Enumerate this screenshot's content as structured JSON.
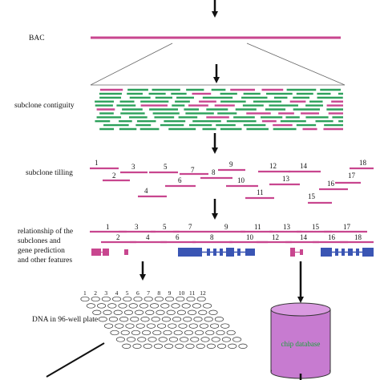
{
  "labels": {
    "bac": "BAC",
    "subclone_contiguity": "subclone contiguity",
    "subclone_tilling": "subclone tilling",
    "relationship_line1": "relationship of the",
    "relationship_line2": "subclones and",
    "relationship_line3": "gene prediction",
    "relationship_line4": "and other features",
    "dna_plate": "DNA in 96-well plate",
    "chip_database": "chip database"
  },
  "tilling_numbers": [
    "1",
    "2",
    "3",
    "4",
    "5",
    "6",
    "7",
    "8",
    "9",
    "10",
    "11",
    "12",
    "13",
    "14",
    "15",
    "16",
    "17",
    "18"
  ],
  "relationship_top_numbers": [
    "1",
    "3",
    "5",
    "7",
    "9",
    "11",
    "13",
    "15",
    "17"
  ],
  "relationship_bottom_numbers": [
    "2",
    "4",
    "6",
    "8",
    "10",
    "12",
    "14",
    "16",
    "18"
  ],
  "well_numbers": [
    "1",
    "2",
    "3",
    "4",
    "5",
    "6",
    "7",
    "8",
    "9",
    "10",
    "11",
    "12"
  ],
  "colors": {
    "magenta": "#c8468f",
    "green": "#2ca05a",
    "blue": "#3a55b4",
    "cylinder": "#c77bd0",
    "chip_text": "#1aa33a",
    "arrow": "#111111"
  }
}
